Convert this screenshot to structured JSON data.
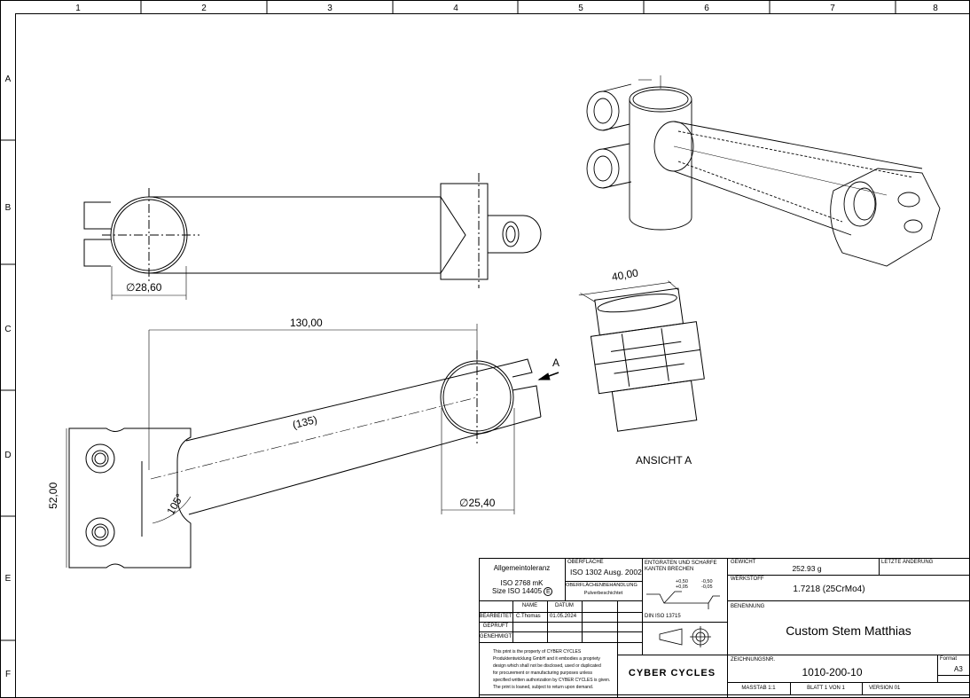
{
  "frame": {
    "columns": [
      "1",
      "2",
      "3",
      "4",
      "5",
      "6",
      "7",
      "8"
    ],
    "rows": [
      "A",
      "B",
      "C",
      "D",
      "E",
      "F"
    ]
  },
  "dimensions": {
    "diameter_top": "∅28,60",
    "length": "130,00",
    "centerline": "(135)",
    "height": "52,00",
    "angle": "105°",
    "diameter_front": "∅25,40",
    "view_width": "40,00",
    "view_marker": "A",
    "view_label": "ANSICHT A"
  },
  "title_block": {
    "tolerance_title": "Allgemeintoleranz",
    "tolerance_std1": "ISO 2768 mK",
    "tolerance_std2": "Size ISO 14405",
    "tolerance_e": "E",
    "surface_label": "OBERFLÄCHE",
    "surface_value": "ISO 1302 Ausg. 2002",
    "treatment_label": "OBERFLÄCHENBEHANDLUNG",
    "treatment_value": "Pulverbeschichtet",
    "edges_label1": "ENTGRATEN UND SCHARFE",
    "edges_label2": "KANTEN BRECHEN",
    "edge_plus1": "+0,50",
    "edge_plus2": "+0,05",
    "edge_minus1": "-0,50",
    "edge_minus2": "-0,05",
    "edge_std": "DIN ISO 13715",
    "col_name": "NAME",
    "col_date": "DATUM",
    "row_drawn": "BEARBEITET",
    "drawn_name": "C.Thomas",
    "drawn_date": "01.05.2024",
    "row_checked": "GEPRÜFT",
    "row_approved": "GENEHMIGT",
    "disclaimer": [
      "This print is the property of CYBER CYCLES",
      "Produktentwicklung GmbH and it embodies a propriety",
      "design which shall not be disclosed, used or duplicated",
      "for procurement or manufacturing purposes unless",
      "specified written authorization by CYBER CYCLES is given.",
      "The print is loaned, subject to return upon demand."
    ],
    "company": "CYBER CYCLES",
    "weight_label": "GEWICHT",
    "weight_value": "252.93 g",
    "last_change_label": "LETZTE ÄNDERUNG",
    "material_label": "WERKSTOFF",
    "material_value": "1.7218 (25CrMo4)",
    "name_label": "BENENNUNG",
    "name_value": "Custom Stem Matthias",
    "drawing_no_label": "ZEICHNUNGSNR.",
    "drawing_no_value": "1010-200-10",
    "format_label": "Format",
    "format_value": "A3",
    "scale": "MASSTAB  1:1",
    "sheet": "BLATT 1 VON 1",
    "version": "VERSION 01"
  }
}
